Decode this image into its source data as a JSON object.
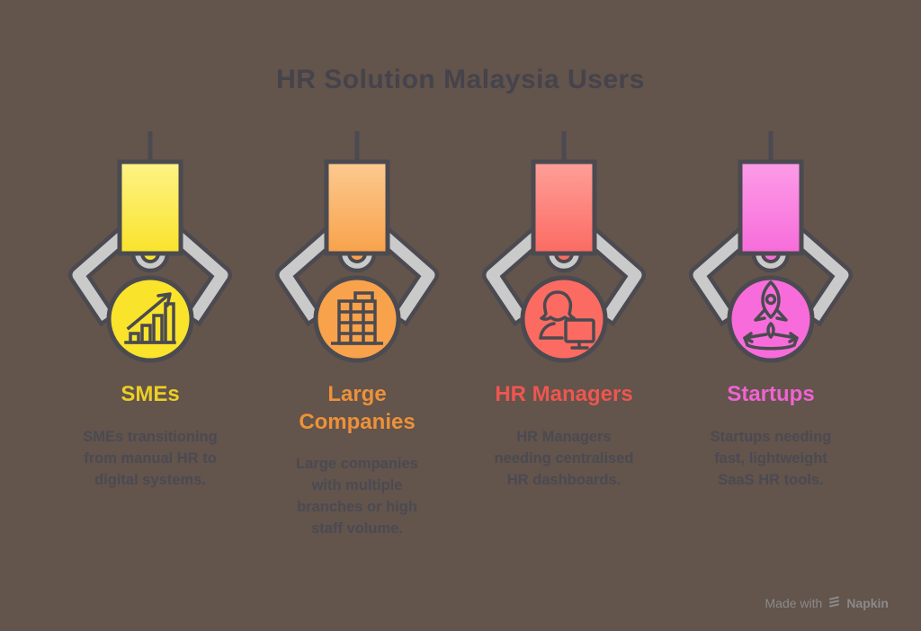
{
  "title": "HR Solution Malaysia Users",
  "colors": {
    "background": "#63544C",
    "title_text": "#45434B",
    "description_text": "#4B4A52",
    "claw_gray": "#CACACA",
    "outline": "#4B4A50",
    "watermark_text": "#8A8A8A"
  },
  "users": [
    {
      "id": "smes",
      "label": "SMEs",
      "description": "SMEs transitioning\nfrom manual HR to\ndigital systems.",
      "icon": "growth-chart-icon",
      "color": "#F9E32B",
      "color_light": "#FEF387",
      "label_color": "#EBCF24"
    },
    {
      "id": "large-companies",
      "label": "Large\nCompanies",
      "description": "Large companies\nwith multiple\nbranches or high\nstaff volume.",
      "icon": "building-icon",
      "color": "#F8A24B",
      "color_light": "#FCCA90",
      "label_color": "#ED9139"
    },
    {
      "id": "hr-managers",
      "label": "HR Managers",
      "description": "HR Managers\nneeding centralised\nHR dashboards.",
      "icon": "person-monitor-icon",
      "color": "#FB6B62",
      "color_light": "#FE9F99",
      "label_color": "#EE564F"
    },
    {
      "id": "startups",
      "label": "Startups",
      "description": "Startups needing\nfast, lightweight\nSaaS HR tools.",
      "icon": "rocket-icon",
      "color": "#F76CDA",
      "color_light": "#FD9CE8",
      "label_color": "#F063D2"
    }
  ],
  "watermark": {
    "prefix": "Made with",
    "brand": "Napkin"
  }
}
